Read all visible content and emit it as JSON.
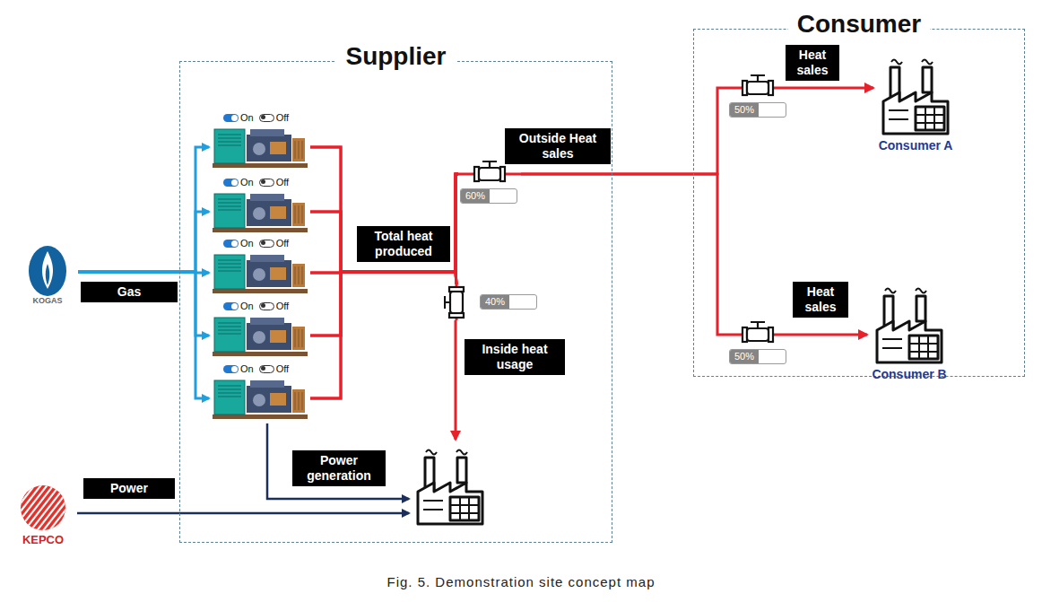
{
  "diagram": {
    "caption": "Fig. 5. Demonstration site concept map",
    "nodes": [
      {
        "text": [
          "Supplier"
        ]
      },
      {
        "text": [
          "Consumer"
        ]
      },
      {
        "text": [
          "KOGAS"
        ]
      },
      {
        "text": [
          "KEPCO"
        ]
      },
      {
        "text": [
          "On",
          "Off"
        ],
        "in": 0
      },
      {
        "text": [
          "On",
          "Off"
        ],
        "in": 0
      },
      {
        "text": [
          "On",
          "Off"
        ],
        "in": 0
      },
      {
        "text": [
          "On",
          "Off"
        ],
        "in": 0
      },
      {
        "text": [
          "On",
          "Off"
        ],
        "in": 0
      },
      {
        "text": [
          "60%"
        ],
        "in": 0
      },
      {
        "text": [
          "40%"
        ],
        "in": 0
      },
      {
        "text": [
          "50%"
        ],
        "in": 1
      },
      {
        "text": [
          "50%"
        ],
        "in": 1
      },
      {
        "text": [
          "Consumer A"
        ],
        "in": 1
      },
      {
        "text": [
          "Consumer B"
        ],
        "in": 1
      }
    ],
    "edges": [
      {
        "from": 2,
        "to": 4,
        "arrow": "to"
      },
      {
        "from": 2,
        "to": 5,
        "arrow": "to"
      },
      {
        "from": 2,
        "to": 6,
        "arrow": "to",
        "label": "Gas"
      },
      {
        "from": 2,
        "to": 7,
        "arrow": "to"
      },
      {
        "from": 2,
        "to": 8,
        "arrow": "to"
      },
      {
        "from": 4,
        "to": 9,
        "arrow": "none"
      },
      {
        "from": 4,
        "to": 10,
        "arrow": "none"
      },
      {
        "from": 5,
        "to": 9,
        "arrow": "none"
      },
      {
        "from": 5,
        "to": 10,
        "arrow": "none"
      },
      {
        "from": 6,
        "to": 9,
        "arrow": "none",
        "label": "Total heat produced"
      },
      {
        "from": 6,
        "to": 10,
        "arrow": "none"
      },
      {
        "from": 7,
        "to": 9,
        "arrow": "none"
      },
      {
        "from": 7,
        "to": 10,
        "arrow": "none"
      },
      {
        "from": 8,
        "to": 9,
        "arrow": "none"
      },
      {
        "from": 8,
        "to": 10,
        "arrow": "none"
      },
      {
        "from": 9,
        "to": 11,
        "arrow": "none",
        "label": "Outside Heat sales"
      },
      {
        "from": 9,
        "to": 12,
        "arrow": "none"
      },
      {
        "from": 11,
        "to": 13,
        "arrow": "to",
        "label": "Heat sales"
      },
      {
        "from": 12,
        "to": 14,
        "arrow": "to",
        "label": "Heat sales"
      }
    ],
    "labels": [
      "Inside heat usage",
      "Power generation",
      "Power"
    ]
  }
}
